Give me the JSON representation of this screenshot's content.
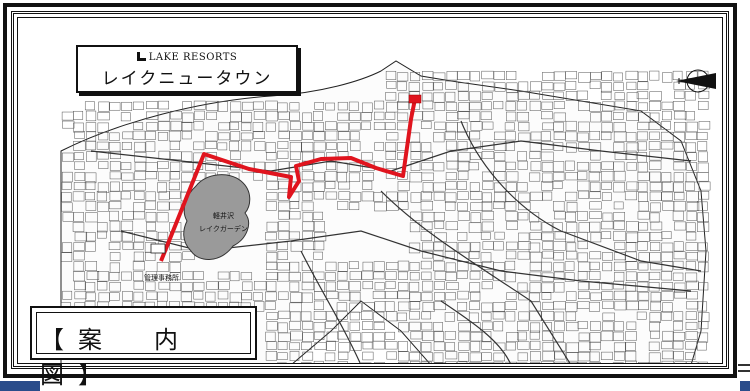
{
  "logo": {
    "brand": "LAKE RESORTS",
    "town_name": "レイクニュータウン"
  },
  "guide_label": "【案　内　図】",
  "map_labels": {
    "garden_line1": "軽井沢",
    "garden_line2": "レイクガーデン",
    "office": "管理事務所"
  },
  "colors": {
    "route": "#e0141e",
    "lake": "#9a9a9a",
    "frame": "#111111"
  },
  "icons": [
    "north-arrow-icon"
  ]
}
